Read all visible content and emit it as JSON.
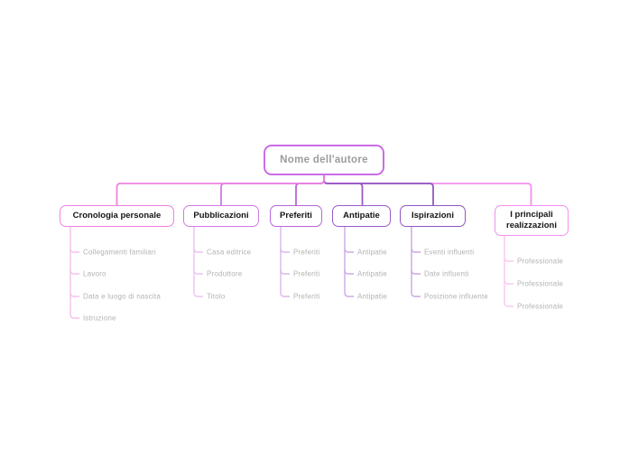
{
  "diagram": {
    "root": {
      "label": "Nome dell'autore",
      "color": "#cb6ce6",
      "text_color": "#9c9c9c"
    },
    "branches": [
      {
        "label": "Cronologia personale",
        "color": "#ee82e0",
        "child_color": "#f5c0ea",
        "children": [
          "Collegamenti familiari",
          "Lavoro",
          "Data e luogo di nascita",
          "Istruzione"
        ]
      },
      {
        "label": "Pubblicazioni",
        "color": "#d279e6",
        "child_color": "#ebc2f2",
        "children": [
          "Casa editrice",
          "Produttore",
          "Titolo"
        ]
      },
      {
        "label": "Preferiti",
        "color": "#b666d9",
        "child_color": "#dbb6ec",
        "children": [
          "Preferiti",
          "Preferiti",
          "Preferiti"
        ]
      },
      {
        "label": "Antipatie",
        "color": "#9c59c9",
        "child_color": "#cfa9e5",
        "children": [
          "Antipatie",
          "Antipatie",
          "Antipatie"
        ]
      },
      {
        "label": "Ispirazioni",
        "color": "#9157c0",
        "child_color": "#cba6e2",
        "children": [
          "Eventi influenti",
          "Date influenti",
          "Posizione influente"
        ]
      },
      {
        "label": "I principali realizzazioni",
        "color": "#f48fee",
        "child_color": "#f9c8f1",
        "children": [
          "Professionale",
          "Professionale",
          "Professionale"
        ]
      }
    ],
    "palette": {
      "background": "#ffffff",
      "branch_label_text": "#141414",
      "child_label_text": "#b3b3b3"
    }
  }
}
